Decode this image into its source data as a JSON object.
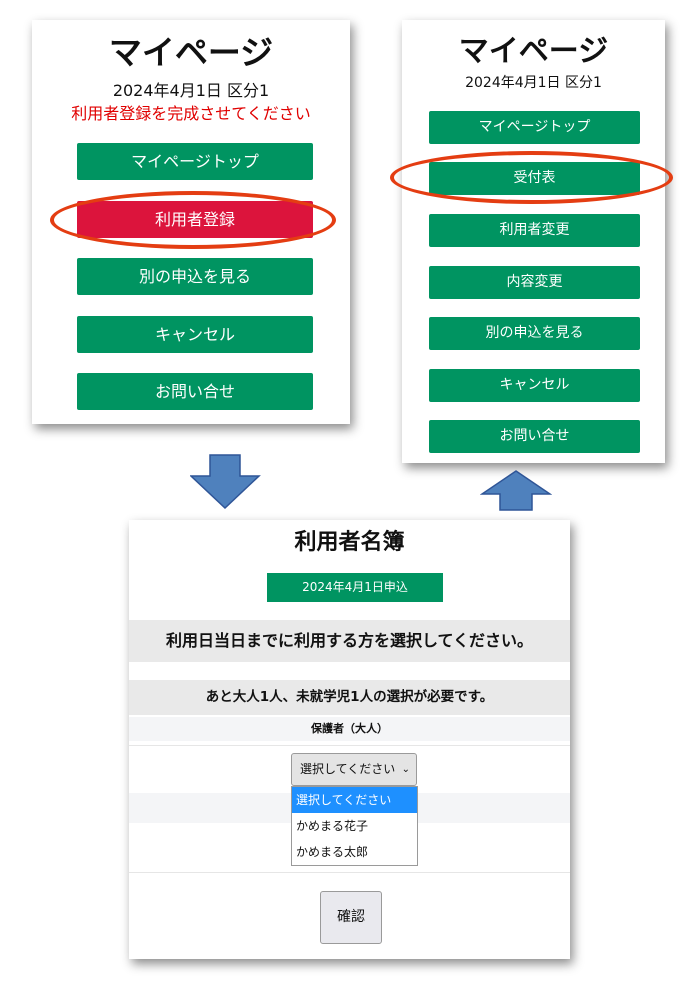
{
  "mypage_before": {
    "title": "マイページ",
    "date_line": "2024年4月1日 区分1",
    "notice": "利用者登録を完成させてください",
    "buttons": [
      "マイページトップ",
      "利用者登録",
      "別の申込を見る",
      "キャンセル",
      "お問い合せ"
    ]
  },
  "mypage_after": {
    "title": "マイページ",
    "date_line": "2024年4月1日 区分1",
    "buttons": [
      "マイページトップ",
      "受付表",
      "利用者変更",
      "内容変更",
      "別の申込を見る",
      "キャンセル",
      "お問い合せ"
    ]
  },
  "user_list": {
    "title": "利用者名簿",
    "date_badge": "2024年4月1日申込",
    "instruction": "利用日当日までに利用する方を選択してください。",
    "requirement": "あと大人1人、未就学児1人の選択が必要です。",
    "section_label": "保護者（大人）",
    "select_value": "選択してください",
    "options": [
      "選択してください",
      "かめまる花子",
      "かめまる太郎"
    ],
    "confirm_label": "確認"
  },
  "colors": {
    "green": "#009461",
    "red_button": "#dc143c",
    "highlight_ellipse": "#e43d12",
    "arrow": "#4f81bd"
  }
}
